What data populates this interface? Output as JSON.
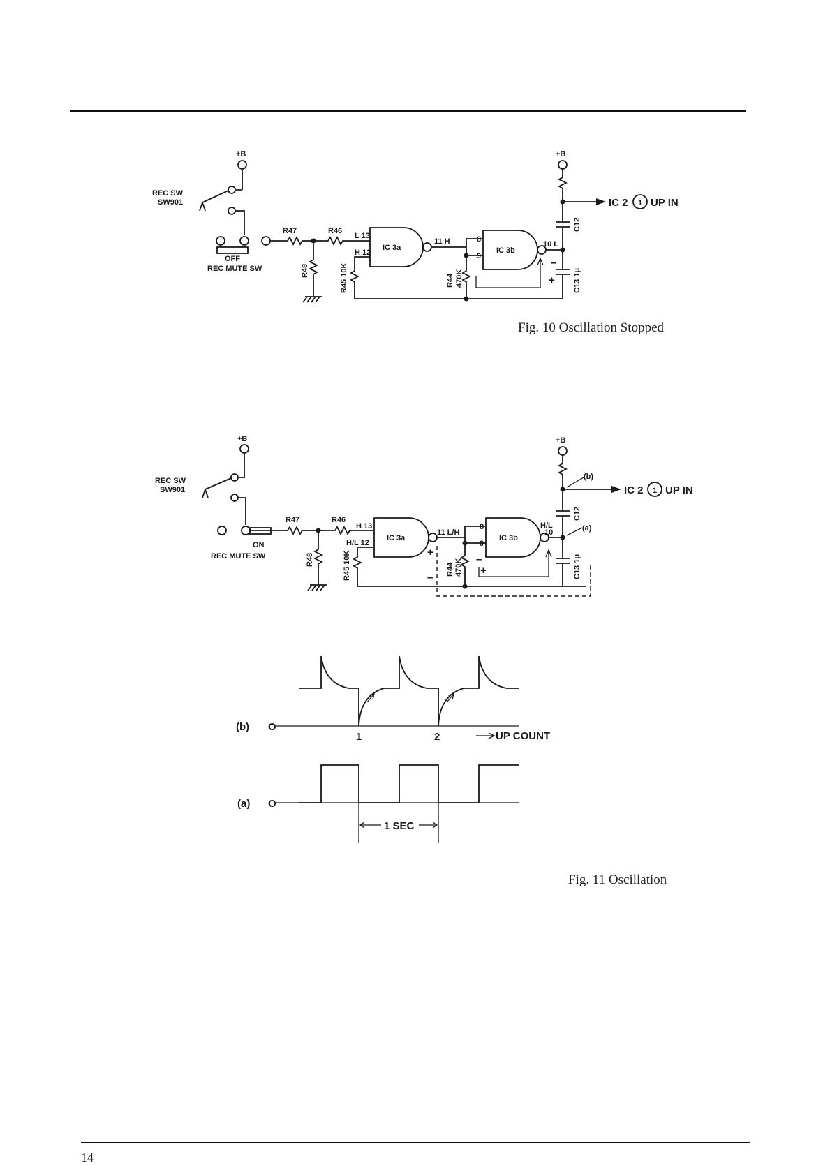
{
  "page": {
    "number": "14"
  },
  "fig10": {
    "caption": "Fig. 10  Oscillation Stopped",
    "labels": {
      "plus_b_left": "+B",
      "plus_b_right": "+B",
      "rec_sw": "REC SW",
      "sw901": "SW901",
      "mute_state": "OFF",
      "rec_mute_sw": "REC MUTE SW",
      "r47": "R47",
      "r46": "R46",
      "r48": "R48",
      "r45": "R45 10K",
      "r44": "R44",
      "r44_value": "470K",
      "ic3a": "IC 3a",
      "ic3b": "IC 3b",
      "pin13": "L 13",
      "pin12": "H 12",
      "pin11": "11 H",
      "pin8": "8",
      "pin9": "9",
      "pin10": "10 L",
      "c12": "C12",
      "c13": "C13 1μ",
      "plus": "+",
      "minus": "–",
      "output": "IC 2",
      "output_pin": "1",
      "output_in": "UP IN"
    }
  },
  "fig11": {
    "caption": "Fig. 11  Oscillation",
    "labels": {
      "plus_b_left": "+B",
      "plus_b_right": "+B",
      "rec_sw": "REC SW",
      "sw901": "SW901",
      "mute_state": "ON",
      "rec_mute_sw": "REC MUTE SW",
      "r47": "R47",
      "r46": "R46",
      "r48": "R48",
      "r45": "R45 10K",
      "r44": "R44",
      "r44_value": "470K",
      "ic3a": "IC 3a",
      "ic3b": "IC 3b",
      "pin13": "H 13",
      "pin12": "H/L 12",
      "pin11": "11 L/H",
      "pin8": "8",
      "pin9": "9",
      "pin10": "10",
      "pin10_state": "H/L",
      "c12": "C12",
      "c13": "C13 1μ",
      "plus": "+",
      "minus": "–",
      "probe_b": "(b)",
      "probe_a": "(a)",
      "output": "IC 2",
      "output_pin": "1",
      "output_in": "UP IN"
    }
  },
  "waveforms": {
    "b_label": "(b)",
    "a_label": "(a)",
    "zero": "O",
    "count_1": "1",
    "count_2": "2",
    "up_count": "UP COUNT",
    "period": "1 SEC"
  }
}
